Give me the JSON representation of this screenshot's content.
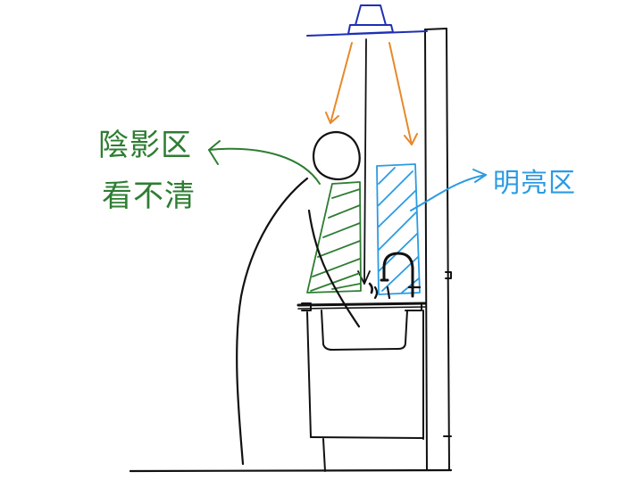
{
  "labels": {
    "shadow_zone": "陰影区",
    "cant_see_clearly": "看不清",
    "bright_zone": "明亮区"
  },
  "colors": {
    "ink": "#111111",
    "light_fixture": "#1f2fb3",
    "light_rays": "#e8892b",
    "shadow_zone": "#2e7d32",
    "bright_zone": "#2b9be3"
  }
}
